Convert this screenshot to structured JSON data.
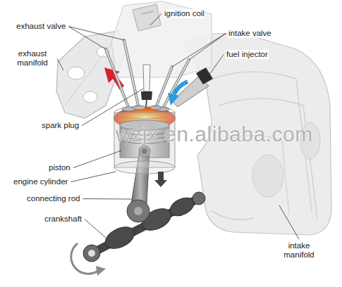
{
  "diagram": {
    "labels": [
      "ignition coil",
      "exhaust valve",
      "intake valve",
      "exhaust manifold",
      "fuel injector",
      "spark plug",
      "wzjx.en.alibaba.com",
      "piston",
      "engine cylinder",
      "connecting rod",
      "crankshaft",
      "intake manifold"
    ]
  }
}
